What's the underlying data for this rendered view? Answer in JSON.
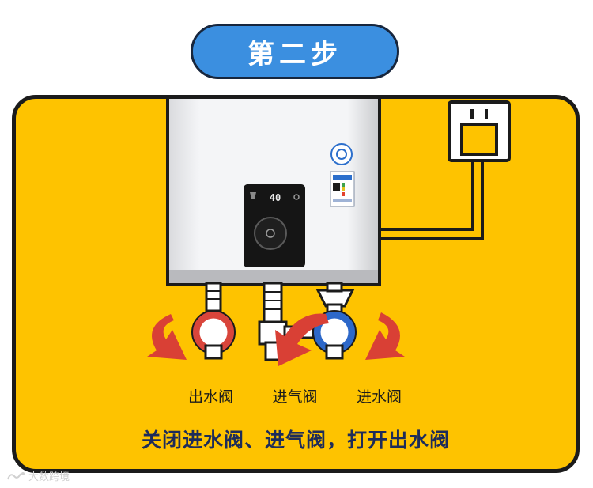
{
  "step": {
    "label": "第二步"
  },
  "display": {
    "readout": "40"
  },
  "valves": {
    "outlet_label": "出水阀",
    "gas_label": "进气阀",
    "inlet_label": "进水阀"
  },
  "instruction": "关闭进水阀、进气阀，打开出水阀",
  "watermark": {
    "text": "大数跨境"
  },
  "colors": {
    "panel_yellow": "#fec300",
    "pill_blue": "#3b8fe0",
    "outline_dark": "#1b1b1b",
    "arrow_red": "#d94035",
    "outlet_ring": "#d9453b",
    "inlet_ring": "#2d68c9",
    "instruction_navy": "#1d2c5a"
  }
}
